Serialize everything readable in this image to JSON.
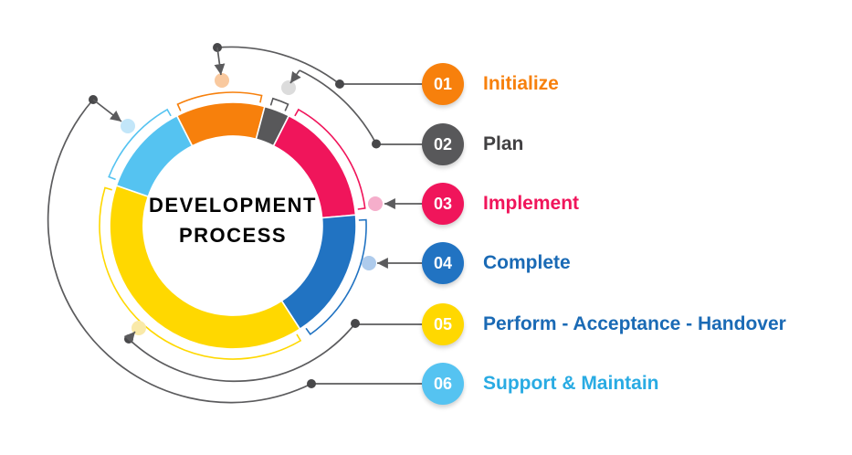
{
  "title": {
    "line1": "DEVELOPMENT",
    "line2": "PROCESS"
  },
  "colors": {
    "connector": "#5B5B5D",
    "dot": "#48484A",
    "background": "#FFFFFF"
  },
  "steps": [
    {
      "number": "01",
      "label": "Initialize",
      "color": "#F7800C",
      "label_color": "#F7800C",
      "pointer_tint": "#F9C99F"
    },
    {
      "number": "02",
      "label": "Plan",
      "color": "#58585A",
      "label_color": "#414042",
      "pointer_tint": "#DCDCDC"
    },
    {
      "number": "03",
      "label": "Implement",
      "color": "#F0155B",
      "label_color": "#F0155B",
      "pointer_tint": "#F5AECB"
    },
    {
      "number": "04",
      "label": "Complete",
      "color": "#2173C2",
      "label_color": "#1A6AB5",
      "pointer_tint": "#AECBEC"
    },
    {
      "number": "05",
      "label": "Perform - Acceptance - Handover",
      "color": "#FFD800",
      "label_color": "#1A6AB5",
      "pointer_tint": "#F9E9A8"
    },
    {
      "number": "06",
      "label": "Support & Maintain",
      "color": "#55C3F1",
      "label_color": "#29ABE3",
      "pointer_tint": "#C2E6F9"
    }
  ],
  "chart_data": {
    "type": "pie",
    "subtype": "donut",
    "title": "DEVELOPMENT PROCESS",
    "angle_reference": "degrees clockwise from 12 o'clock",
    "legend_position": "right",
    "segments": [
      {
        "label": "Initialize",
        "color": "#F7800C",
        "start_angle_deg": -27,
        "end_angle_deg": 15,
        "share_pct": 11.7
      },
      {
        "label": "Plan",
        "color": "#58585A",
        "start_angle_deg": 15,
        "end_angle_deg": 27,
        "share_pct": 3.3
      },
      {
        "label": "Implement",
        "color": "#F0155B",
        "start_angle_deg": 27,
        "end_angle_deg": 85,
        "share_pct": 16.1
      },
      {
        "label": "Complete",
        "color": "#2173C2",
        "start_angle_deg": 85,
        "end_angle_deg": 147,
        "share_pct": 17.2
      },
      {
        "label": "Perform - Acceptance - Handover",
        "color": "#FFD800",
        "start_angle_deg": 147,
        "end_angle_deg": 289,
        "share_pct": 39.4
      },
      {
        "label": "Support & Maintain",
        "color": "#55C3F1",
        "start_angle_deg": 289,
        "end_angle_deg": 333,
        "share_pct": 12.2
      }
    ]
  }
}
